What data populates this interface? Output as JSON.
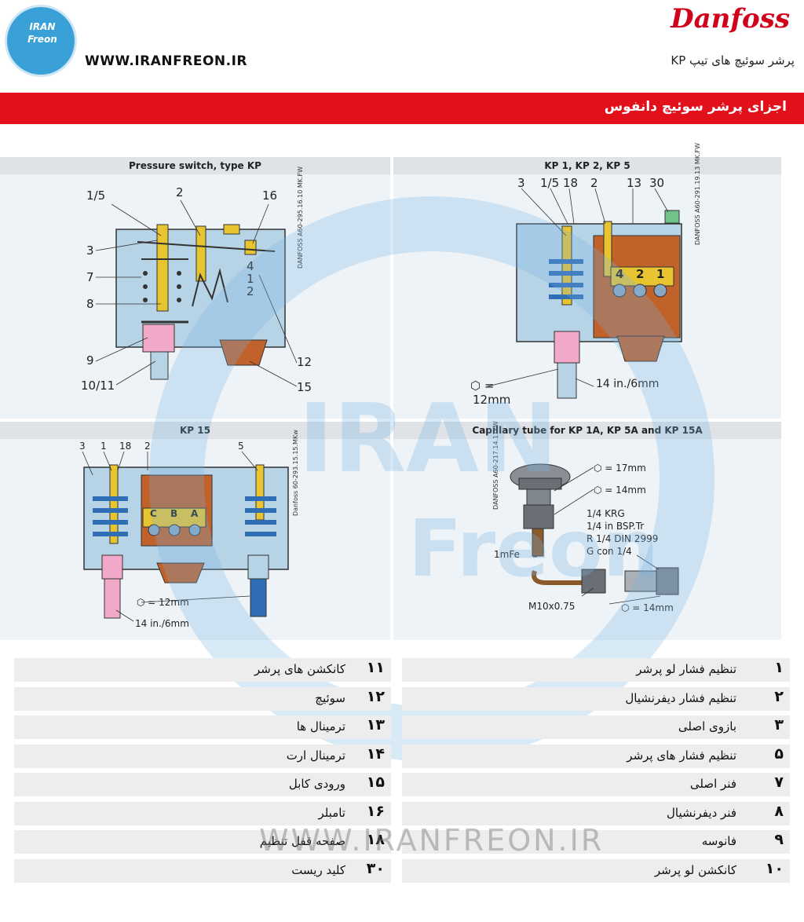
{
  "header": {
    "logo_text": "IRAN Freon",
    "site_url": "WWW.IRANFREON.IR",
    "brand": "Danfoss",
    "subtitle": "پرشر سوئیچ های تیپ KP",
    "section_title": "اجزای پرشر سوئیچ دانفوس"
  },
  "watermark": {
    "iran": "IRAN",
    "freon": "Freon",
    "url": "WWW.IRANFREON.IR"
  },
  "panels": {
    "p1": {
      "title": "Pressure switch, type KP",
      "code": "DANFOSS A60-295.16.10 MK.FW",
      "labels": [
        "1/5",
        "2",
        "16",
        "3",
        "7",
        "8",
        "4",
        "1",
        "2",
        "9",
        "10/11",
        "12",
        "15"
      ]
    },
    "p2": {
      "title": "KP 1, KP 2, KP 5",
      "code": "DANFOSS A60-291.19.13 MK.FW",
      "labels": [
        "3",
        "1/5",
        "18",
        "2",
        "13",
        "30",
        "4",
        "2",
        "1"
      ],
      "hex": "⬡ =",
      "hex_size": "12mm",
      "thread": "14 in./6mm"
    },
    "p3": {
      "title": "KP 15",
      "code": "Danfoss 60-293.15.15.MKw",
      "labels": [
        "3",
        "1",
        "18",
        "2",
        "5",
        "C",
        "B",
        "A"
      ],
      "hex": "⬡ = 12mm",
      "thread": "14 in./6mm"
    },
    "p4": {
      "title": "Capillary tube for KP 1A, KP 5A and KP 15A",
      "code": "DANFOSS A60-217.14.11FW",
      "hex1": "⬡ = 17mm",
      "hex2": "⬡ = 14mm",
      "thread_lines": [
        "1/4 KRG",
        "1/4 in BSP.Tr",
        "R 1/4 DIN 2999",
        "G con 1/4"
      ],
      "mfe": "1mFe",
      "m10": "M10x0.75",
      "hex3": "⬡ = 14mm"
    }
  },
  "legend": {
    "right": [
      {
        "num": "۱",
        "text": "تنظیم فشار لو پرشر"
      },
      {
        "num": "۲",
        "text": "تنظیم فشار دیفرنشیال"
      },
      {
        "num": "۳",
        "text": "بازوی اصلی"
      },
      {
        "num": "۵",
        "text": "تنظیم فشار های پرشر"
      },
      {
        "num": "۷",
        "text": "فنر اصلی"
      },
      {
        "num": "۸",
        "text": "فنر دیفرنشیال"
      },
      {
        "num": "۹",
        "text": "فانوسه"
      },
      {
        "num": "۱۰",
        "text": "کانکشن لو پرشر"
      }
    ],
    "left": [
      {
        "num": "۱۱",
        "text": "کانکشن های پرشر"
      },
      {
        "num": "۱۲",
        "text": "سوئیچ"
      },
      {
        "num": "۱۳",
        "text": "ترمینال ها"
      },
      {
        "num": "۱۴",
        "text": "ترمینال ارت"
      },
      {
        "num": "۱۵",
        "text": "ورودی کابل"
      },
      {
        "num": "۱۶",
        "text": "تامبلر"
      },
      {
        "num": "۱۸",
        "text": "صفحه قفل تنظیم"
      },
      {
        "num": "۳۰",
        "text": "کلید ریست"
      }
    ]
  },
  "colors": {
    "brand_red": "#e1101a",
    "diagram_blue": "#b7d3e6",
    "yellow": "#e8c431",
    "pink": "#f2a8c8"
  }
}
